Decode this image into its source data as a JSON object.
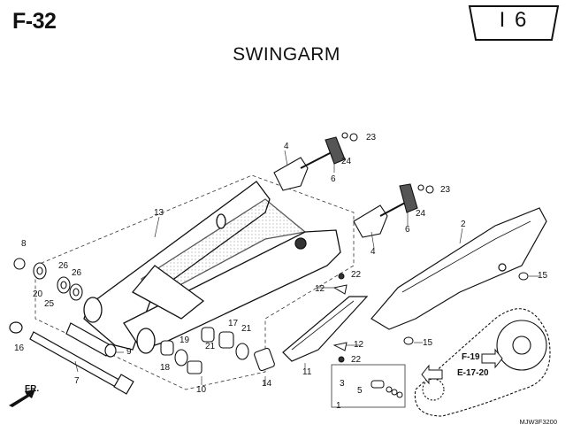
{
  "figure_code": "F-32",
  "section_number": "I 6",
  "title": "SWINGARM",
  "image_code": "MJW3F3200",
  "direction_label": "FR.",
  "references": [
    "F-19",
    "E-17-20"
  ],
  "callouts": [
    "1",
    "2",
    "3",
    "4",
    "4",
    "5",
    "6",
    "6",
    "7",
    "8",
    "9",
    "10",
    "11",
    "12",
    "12",
    "13",
    "14",
    "15",
    "15",
    "16",
    "17",
    "18",
    "19",
    "20",
    "21",
    "21",
    "22",
    "22",
    "23",
    "23",
    "24",
    "24",
    "25",
    "26",
    "26"
  ]
}
